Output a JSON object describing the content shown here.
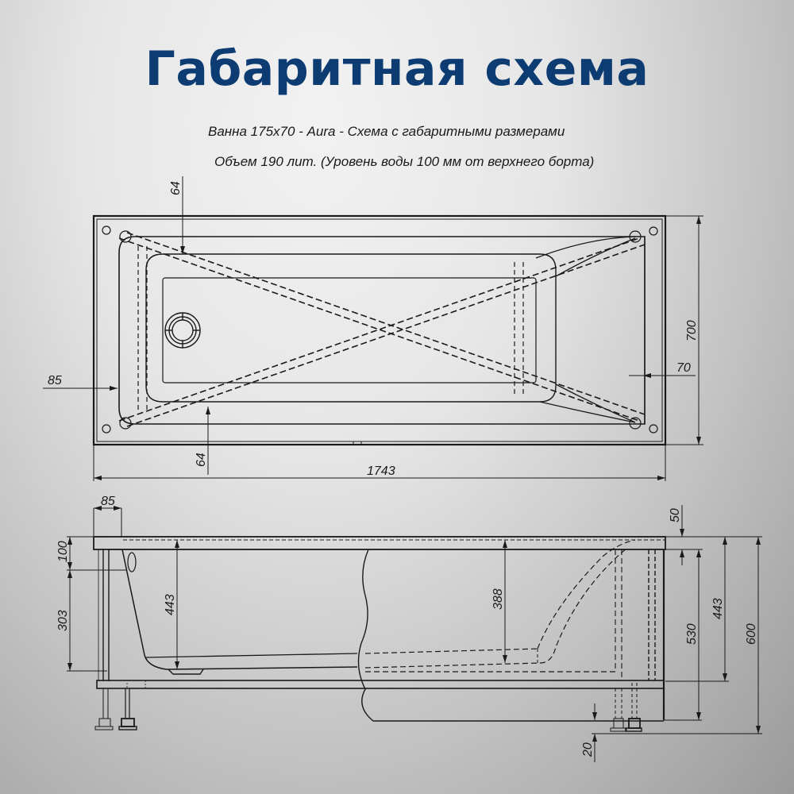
{
  "header": {
    "title": "Габаритная схема",
    "subtitle_line1": "Ванна 175х70 -  Aura - Схема с габаритными размерами",
    "subtitle_line2": "Объем 190 лит. (Уровень воды 100 мм от верхнего борта)"
  },
  "colors": {
    "title": "#0d3c72",
    "lines": "#1a1a1a"
  },
  "top_view": {
    "dimensions": {
      "length": "1743",
      "width": "700",
      "top_rim": "64",
      "bottom_rim": "64",
      "left_rim": "85",
      "right_rim": "70"
    }
  },
  "side_view": {
    "dimensions": {
      "rim_overhang": "85",
      "water_level": "100",
      "overflow_to_floor": "303",
      "depth_left": "443",
      "depth_center": "388",
      "rim_thickness": "50",
      "frame_height": "530",
      "depth_right": "443",
      "total_height": "600",
      "leg_adjust": "20"
    }
  }
}
